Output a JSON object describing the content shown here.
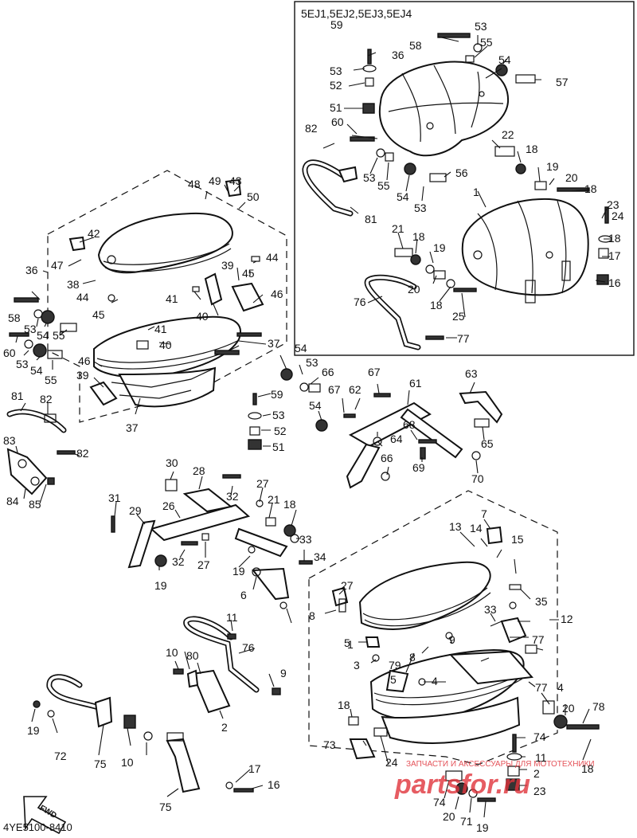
{
  "inset": {
    "title": "5EJ1,5EJ2,5EJ3,5EJ4"
  },
  "footer": {
    "code": "4YE5100-8410"
  },
  "arrow": {
    "label": "FWD"
  },
  "watermark": {
    "line1": "ЗАПЧАСТИ И АКСЕССУАРЫ ДЛЯ МОТОТЕХНИКИ",
    "line2": "partsfor.ru"
  },
  "colors": {
    "ink": "#111111",
    "watermark": "#e0343c"
  },
  "callouts": [
    {
      "id": "59",
      "n": "59"
    },
    {
      "id": "53",
      "n": "53"
    },
    {
      "id": "55",
      "n": "55"
    },
    {
      "id": "58",
      "n": "58"
    },
    {
      "id": "36",
      "n": "36"
    },
    {
      "id": "54",
      "n": "54"
    },
    {
      "id": "53",
      "n": "53"
    },
    {
      "id": "52",
      "n": "52"
    },
    {
      "id": "57",
      "n": "57"
    },
    {
      "id": "51",
      "n": "51"
    },
    {
      "id": "60",
      "n": "60"
    },
    {
      "id": "82",
      "n": "82"
    },
    {
      "id": "22",
      "n": "22"
    },
    {
      "id": "18",
      "n": "18"
    },
    {
      "id": "19",
      "n": "19"
    },
    {
      "id": "20",
      "n": "20"
    },
    {
      "id": "18",
      "n": "18"
    },
    {
      "id": "53",
      "n": "53"
    },
    {
      "id": "55",
      "n": "55"
    },
    {
      "id": "56",
      "n": "56"
    },
    {
      "id": "54",
      "n": "54"
    },
    {
      "id": "53",
      "n": "53"
    },
    {
      "id": "1",
      "n": "1"
    },
    {
      "id": "23",
      "n": "23"
    },
    {
      "id": "24",
      "n": "24"
    },
    {
      "id": "81",
      "n": "81"
    },
    {
      "id": "18",
      "n": "18"
    },
    {
      "id": "21",
      "n": "21"
    },
    {
      "id": "18",
      "n": "18"
    },
    {
      "id": "19",
      "n": "19"
    },
    {
      "id": "17",
      "n": "17"
    },
    {
      "id": "16",
      "n": "16"
    },
    {
      "id": "20",
      "n": "20"
    },
    {
      "id": "76",
      "n": "76"
    },
    {
      "id": "18",
      "n": "18"
    },
    {
      "id": "25",
      "n": "25"
    },
    {
      "id": "77",
      "n": "77"
    },
    {
      "id": "48",
      "n": "48"
    },
    {
      "id": "49",
      "n": "49"
    },
    {
      "id": "43",
      "n": "43"
    },
    {
      "id": "50",
      "n": "50"
    },
    {
      "id": "42",
      "n": "42"
    },
    {
      "id": "47",
      "n": "47"
    },
    {
      "id": "36",
      "n": "36"
    },
    {
      "id": "38",
      "n": "38"
    },
    {
      "id": "44",
      "n": "44"
    },
    {
      "id": "45",
      "n": "45"
    },
    {
      "id": "39",
      "n": "39"
    },
    {
      "id": "44",
      "n": "44"
    },
    {
      "id": "45",
      "n": "45"
    },
    {
      "id": "41",
      "n": "41"
    },
    {
      "id": "40",
      "n": "40"
    },
    {
      "id": "46",
      "n": "46"
    },
    {
      "id": "58",
      "n": "58"
    },
    {
      "id": "53",
      "n": "53"
    },
    {
      "id": "54",
      "n": "54"
    },
    {
      "id": "55",
      "n": "55"
    },
    {
      "id": "41",
      "n": "41"
    },
    {
      "id": "40",
      "n": "40"
    },
    {
      "id": "60",
      "n": "60"
    },
    {
      "id": "37",
      "n": "37"
    },
    {
      "id": "53",
      "n": "53"
    },
    {
      "id": "54",
      "n": "54"
    },
    {
      "id": "55",
      "n": "55"
    },
    {
      "id": "46",
      "n": "46"
    },
    {
      "id": "54",
      "n": "54"
    },
    {
      "id": "53",
      "n": "53"
    },
    {
      "id": "39",
      "n": "39"
    },
    {
      "id": "66",
      "n": "66"
    },
    {
      "id": "67",
      "n": "67"
    },
    {
      "id": "63",
      "n": "63"
    },
    {
      "id": "61",
      "n": "61"
    },
    {
      "id": "81",
      "n": "81"
    },
    {
      "id": "59",
      "n": "59"
    },
    {
      "id": "67",
      "n": "67"
    },
    {
      "id": "62",
      "n": "62"
    },
    {
      "id": "82",
      "n": "82"
    },
    {
      "id": "53",
      "n": "53"
    },
    {
      "id": "37",
      "n": "37"
    },
    {
      "id": "52",
      "n": "52"
    },
    {
      "id": "54",
      "n": "54"
    },
    {
      "id": "68",
      "n": "68"
    },
    {
      "id": "65",
      "n": "65"
    },
    {
      "id": "64",
      "n": "64"
    },
    {
      "id": "51",
      "n": "51"
    },
    {
      "id": "83",
      "n": "83"
    },
    {
      "id": "82",
      "n": "82"
    },
    {
      "id": "69",
      "n": "69"
    },
    {
      "id": "66",
      "n": "66"
    },
    {
      "id": "70",
      "n": "70"
    },
    {
      "id": "84",
      "n": "84"
    },
    {
      "id": "85",
      "n": "85"
    },
    {
      "id": "30",
      "n": "30"
    },
    {
      "id": "28",
      "n": "28"
    },
    {
      "id": "32",
      "n": "32"
    },
    {
      "id": "27",
      "n": "27"
    },
    {
      "id": "31",
      "n": "31"
    },
    {
      "id": "21",
      "n": "21"
    },
    {
      "id": "18",
      "n": "18"
    },
    {
      "id": "29",
      "n": "29"
    },
    {
      "id": "26",
      "n": "26"
    },
    {
      "id": "19",
      "n": "19"
    },
    {
      "id": "7",
      "n": "7"
    },
    {
      "id": "13",
      "n": "13"
    },
    {
      "id": "14",
      "n": "14"
    },
    {
      "id": "33",
      "n": "33"
    },
    {
      "id": "15",
      "n": "15"
    },
    {
      "id": "32",
      "n": "32"
    },
    {
      "id": "27",
      "n": "27"
    },
    {
      "id": "34",
      "n": "34"
    },
    {
      "id": "19",
      "n": "19"
    },
    {
      "id": "27",
      "n": "27"
    },
    {
      "id": "6",
      "n": "6"
    },
    {
      "id": "35",
      "n": "35"
    },
    {
      "id": "8",
      "n": "8"
    },
    {
      "id": "12",
      "n": "12"
    },
    {
      "id": "33",
      "n": "33"
    },
    {
      "id": "1",
      "n": "1"
    },
    {
      "id": "11",
      "n": "11"
    },
    {
      "id": "9",
      "n": "9"
    },
    {
      "id": "77",
      "n": "77"
    },
    {
      "id": "5",
      "n": "5"
    },
    {
      "id": "10",
      "n": "10"
    },
    {
      "id": "8",
      "n": "8"
    },
    {
      "id": "3",
      "n": "3"
    },
    {
      "id": "80",
      "n": "80"
    },
    {
      "id": "76",
      "n": "76"
    },
    {
      "id": "9",
      "n": "9"
    },
    {
      "id": "4",
      "n": "4"
    },
    {
      "id": "79",
      "n": "79"
    },
    {
      "id": "77",
      "n": "77"
    },
    {
      "id": "5",
      "n": "5"
    },
    {
      "id": "2",
      "n": "2"
    },
    {
      "id": "4",
      "n": "4"
    },
    {
      "id": "20",
      "n": "20"
    },
    {
      "id": "78",
      "n": "78"
    },
    {
      "id": "19",
      "n": "19"
    },
    {
      "id": "18",
      "n": "18"
    },
    {
      "id": "75",
      "n": "75"
    },
    {
      "id": "10",
      "n": "10"
    },
    {
      "id": "72",
      "n": "72"
    },
    {
      "id": "73",
      "n": "73"
    },
    {
      "id": "74",
      "n": "74"
    },
    {
      "id": "11",
      "n": "11"
    },
    {
      "id": "24",
      "n": "24"
    },
    {
      "id": "18",
      "n": "18"
    },
    {
      "id": "2",
      "n": "2"
    },
    {
      "id": "23",
      "n": "23"
    },
    {
      "id": "17",
      "n": "17"
    },
    {
      "id": "16",
      "n": "16"
    },
    {
      "id": "74",
      "n": "74"
    },
    {
      "id": "75",
      "n": "75"
    },
    {
      "id": "20",
      "n": "20"
    },
    {
      "id": "71",
      "n": "71"
    },
    {
      "id": "19",
      "n": "19"
    },
    {
      "id": "18",
      "n": "18"
    },
    {
      "id": "25",
      "n": "25"
    }
  ]
}
